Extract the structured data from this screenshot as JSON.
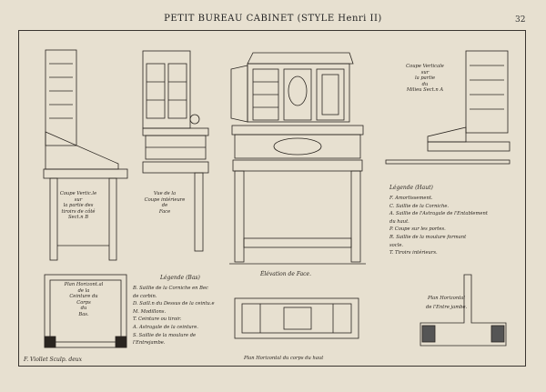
{
  "sheet": {
    "title": "PETIT BUREAU CABINET (STYLE Henri II)",
    "page_number": "32"
  },
  "captions": {
    "left_section": [
      "Coupe Vertic.le",
      "sur",
      "la partie des",
      "tiroirs de côté",
      "Sect.n B"
    ],
    "interior_view": [
      "Vue de la",
      "Coupe intérieure",
      "de",
      "Face"
    ],
    "right_section": [
      "Coupe Verticale",
      "sur",
      "la partie",
      "du",
      "Milieu  Sect.n A"
    ],
    "elevation": "Élévation de Face.",
    "plan_base": [
      "Plan Horizont.al",
      "de la",
      "Ceinture du",
      "Corps",
      "du",
      "Bas."
    ],
    "plan_top": "Plan Horizontal du corps du haut",
    "plan_entrejambe": "Plan      Horizontal",
    "plan_entrejambe_sub": "de l'Entre       jambe.",
    "signature": "F. Viollet Sculp. deux"
  },
  "legend_top": {
    "heading": "Légende (Haut)",
    "items": [
      "F. Amortissement.",
      "C. Saillie de la Corniche.",
      "A. Saillie de l'Astragale de l'Entablement",
      "      du haut.",
      "P. Coupe sur les portes.",
      "R. Saillie de la moulure formant",
      "      socle.",
      "T. Tiroirs intérieurs."
    ]
  },
  "legend_bottom": {
    "heading": "Légende (Bas)",
    "items": [
      "B. Saillie de la Corniche en Bec",
      "      de corbin.",
      "D. Saill.n du Dessus de la ceintu.e",
      "M. Modillons.",
      "T. Ceinture ou tiroir.",
      "A. Astragale de la ceinture.",
      "S. Saillie de la moulure de",
      "      l'Entrejambe."
    ]
  }
}
